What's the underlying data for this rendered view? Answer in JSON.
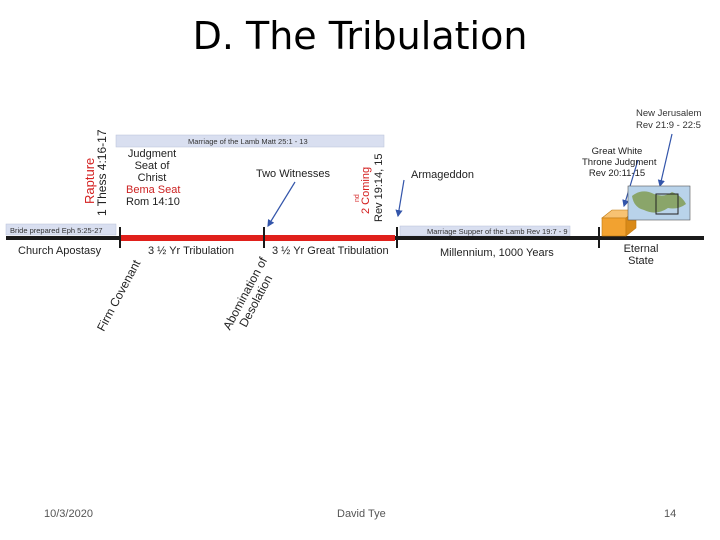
{
  "slide": {
    "title": "D. The Tribulation",
    "footer_date": "10/3/2020",
    "footer_author": "David Tye",
    "footer_page": "14"
  },
  "timeline": {
    "marriage_bar": "Marriage of the Lamb   Matt 25:1 - 13",
    "bride_bar": "Bride prepared   Eph 5:25-27",
    "supper_bar": "Marriage Supper of the Lamb   Rev 19:7 - 9",
    "rapture_word": "Rapture",
    "rapture_ref": "1 Thess 4:16-17",
    "judgment": [
      "Judgment",
      "Seat of",
      "Christ"
    ],
    "bema": "Bema Seat",
    "bema_ref": "Rom 14:10",
    "two_witnesses": "Two Witnesses",
    "second_coming_sup": "nd",
    "second_coming": "2   Coming",
    "second_coming_ref": "Rev 19:14, 15",
    "armageddon": "Armageddon",
    "new_jerusalem": [
      "New Jerusalem",
      "Rev 21:9 - 22:5"
    ],
    "white_throne": [
      "Great White",
      "Throne Judgment",
      "Rev 20:11-15"
    ],
    "church_apostasy": "Church Apostasy",
    "trib_first": "3 ½ Yr Tribulation",
    "trib_second": "3 ½ Yr Great Tribulation",
    "millennium": "Millennium, 1000 Years",
    "eternal_state": [
      "Eternal",
      "State"
    ],
    "firm_covenant": "Firm Covenant",
    "abomination": [
      "Abomination of",
      "Desolation"
    ]
  },
  "colors": {
    "timeline_line": "#1a1a1a",
    "tribulation_bar": "#e0201b",
    "info_bar": "#d9dff0",
    "rapture_red": "#d42020",
    "bema_red": "#cc2222",
    "arrow_blue": "#3355aa",
    "eternal_box": "#f2a230"
  },
  "icons": [
    "arrow-icon",
    "globe-icon",
    "cube-icon"
  ]
}
